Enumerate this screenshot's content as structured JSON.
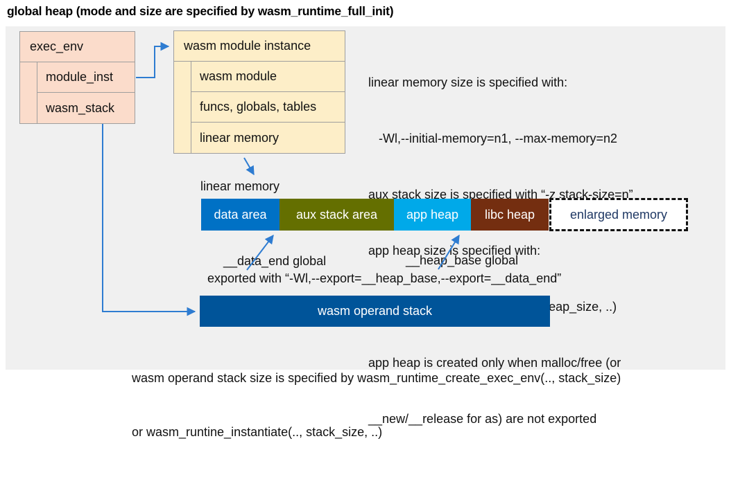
{
  "title": "global heap (mode and size are specified by wasm_runtime_full_init)",
  "exec_env": {
    "label": "exec_env",
    "children": [
      {
        "label": "module_inst"
      },
      {
        "label": "wasm_stack"
      }
    ]
  },
  "module_instance": {
    "label": "wasm module instance",
    "children": [
      {
        "label": "wasm module"
      },
      {
        "label": "funcs, globals, tables"
      },
      {
        "label": "linear memory"
      }
    ]
  },
  "notes_right": [
    "linear memory size is specified with:",
    "   -Wl,--initial-memory=n1, --max-memory=n2",
    "aux stack size is specified with “-z stack-size=n”",
    "app heap size is specified with:",
    "   wasm_runtime_instantiate(.., heap_size, ..)",
    "app heap is created only when malloc/free (or",
    "__new/__release for as) are not exported"
  ],
  "linear_memory": {
    "label": "linear memory",
    "segments": [
      {
        "label": "data area",
        "color": "#0071c5"
      },
      {
        "label": "aux stack area",
        "color": "#646f00"
      },
      {
        "label": "app heap",
        "color": "#00a9e9"
      },
      {
        "label": "libc heap",
        "color": "#742e10"
      }
    ],
    "enlarged": {
      "label": "enlarged memory",
      "text_color": "#1f3864"
    }
  },
  "annotations": {
    "data_end": "__data_end global",
    "heap_base": "__heap_base global",
    "exported": "exported with “-Wl,--export=__heap_base,--export=__data_end”"
  },
  "operand_stack": {
    "label": "wasm operand stack",
    "color": "#005499"
  },
  "notes_bottom": [
    "wasm operand stack size is specified by wasm_runtime_create_exec_env(.., stack_size)",
    "or wasm_runtine_instantiate(.., stack_size, ..)"
  ],
  "colors": {
    "panel_bg": "#f0f0f0",
    "struct_fill": "#fbdccb",
    "module_fill": "#fdeec8",
    "box_border": "#9e9e9e",
    "arrow": "#2e7cd1"
  }
}
